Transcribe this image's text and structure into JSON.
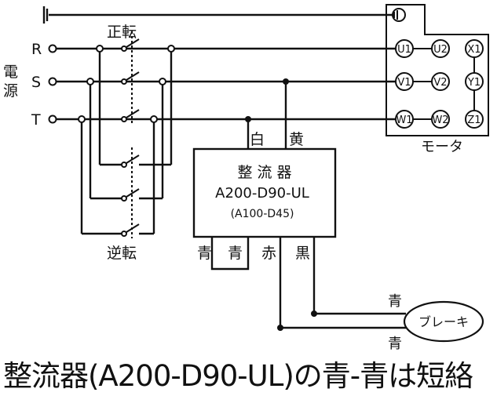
{
  "labels": {
    "forward": "正転",
    "reverse": "逆転",
    "power_source": [
      "電",
      "源"
    ],
    "phases": {
      "r": "R",
      "s": "S",
      "t": "T"
    },
    "motor": "モータ",
    "rectifier_title": "整 流 器",
    "rectifier_model": "A200-D90-UL",
    "rectifier_alt_model": "(A100-D45)",
    "wire_white": "白",
    "wire_yellow": "黄",
    "wire_blue_1": "青",
    "wire_blue_2": "青",
    "wire_red": "赤",
    "wire_black": "黒",
    "brake": "ブレーキ",
    "brake_wire_top": "青",
    "brake_wire_bottom": "青"
  },
  "motor_terminals": {
    "u1": "U1",
    "u2": "U2",
    "x1": "X1",
    "v1": "V1",
    "v2": "V2",
    "y1": "Y1",
    "w1": "W1",
    "w2": "W2",
    "z1": "Z1"
  },
  "caption": "整流器(A200-D90-UL)の青-青は短絡"
}
